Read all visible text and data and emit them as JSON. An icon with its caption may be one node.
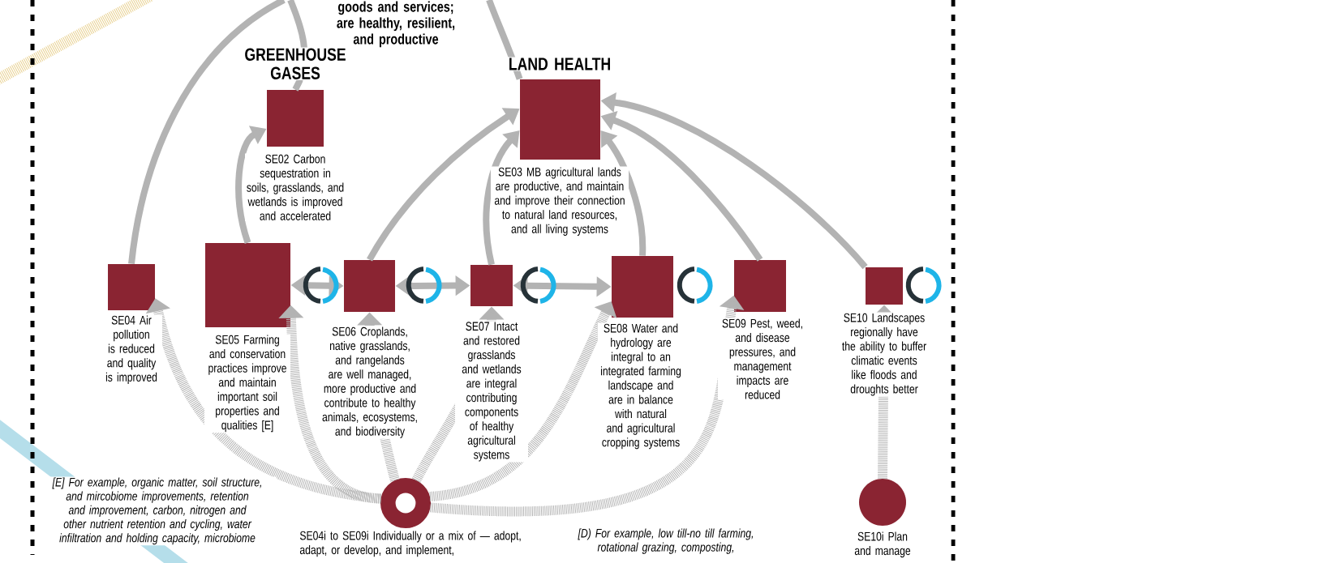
{
  "diagram": {
    "nodes": [
      {
        "text": [
          "GREENHOUSE GASES",
          "SE02 Carbon sequestration in soils, grasslands, and wetlands is improved and accelerated"
        ]
      },
      {
        "text": [
          "LAND HEALTH",
          "SE03 MB agricultural lands are productive, and maintain and improve their connection to natural land resources, and all living systems"
        ]
      },
      {
        "text": [
          "SE04 Air pollution is reduced and quality is improved"
        ]
      },
      {
        "text": [
          "SE05 Farming and conservation practices improve and maintain important soil properties and qualities [E]"
        ]
      },
      {
        "text": [
          "SE06 Croplands, native grasslands, and rangelands are well managed, more productive and contribute to healthy animals, ecosystems, and biodiversity"
        ]
      },
      {
        "text": [
          "SE07 Intact and restored grasslands and wetlands are integral contributing components of healthy agricultural systems"
        ]
      },
      {
        "text": [
          "SE08 Water and hydrology are integral to an integrated farming landscape and are in balance with natural and agricultural cropping systems"
        ]
      },
      {
        "text": [
          "SE09 Pest, weed, and disease pressures, and management impacts are reduced"
        ]
      },
      {
        "text": [
          "SE10 Landscapes regionally have the ability to buffer climatic events like floods and droughts better"
        ]
      },
      {
        "text": [
          "SE04i to SE09i Individually or a mix of — adopt, adapt, or develop, and implement,"
        ]
      },
      {
        "text": [
          "SE10i Plan and manage"
        ]
      }
    ],
    "edges": [
      {
        "from": 9,
        "to": 2,
        "arrow": "to",
        "style": "dashed"
      },
      {
        "from": 9,
        "to": 3,
        "arrow": "to",
        "style": "dashed"
      },
      {
        "from": 9,
        "to": 4,
        "arrow": "to",
        "style": "dashed"
      },
      {
        "from": 9,
        "to": 5,
        "arrow": "to",
        "style": "dashed"
      },
      {
        "from": 9,
        "to": 6,
        "arrow": "to",
        "style": "dashed"
      },
      {
        "from": 9,
        "to": 7,
        "arrow": "to",
        "style": "dashed"
      },
      {
        "from": 10,
        "to": 8,
        "arrow": "to",
        "style": "dashed"
      },
      {
        "from": 3,
        "to": 4,
        "arrow": "both"
      },
      {
        "from": 4,
        "to": 5,
        "arrow": "both"
      },
      {
        "from": 5,
        "to": 6,
        "arrow": "both"
      },
      {
        "from": 3,
        "to": 0,
        "arrow": "to"
      },
      {
        "from": 4,
        "to": 1,
        "arrow": "to"
      },
      {
        "from": 5,
        "to": 1,
        "arrow": "to"
      },
      {
        "from": 6,
        "to": 1,
        "arrow": "to"
      },
      {
        "from": 7,
        "to": 1,
        "arrow": "to"
      },
      {
        "from": 8,
        "to": 1,
        "arrow": "to"
      },
      {
        "from": 2,
        "to": null,
        "arrow": "none"
      },
      {
        "from": 0,
        "to": null,
        "arrow": "none"
      },
      {
        "from": 1,
        "to": null,
        "arrow": "none"
      }
    ],
    "labels": [
      "goods and services; are healthy, resilient, and productive",
      "[E] For example, organic matter, soil structure, and mircobiome improvements, retention and improvement, carbon, nitrogen and other nutrient retention and cycling, water infiltration and holding capacity, microbiome",
      "[D) For example, low till-no till farming, rotational grazing, composting,"
    ]
  }
}
